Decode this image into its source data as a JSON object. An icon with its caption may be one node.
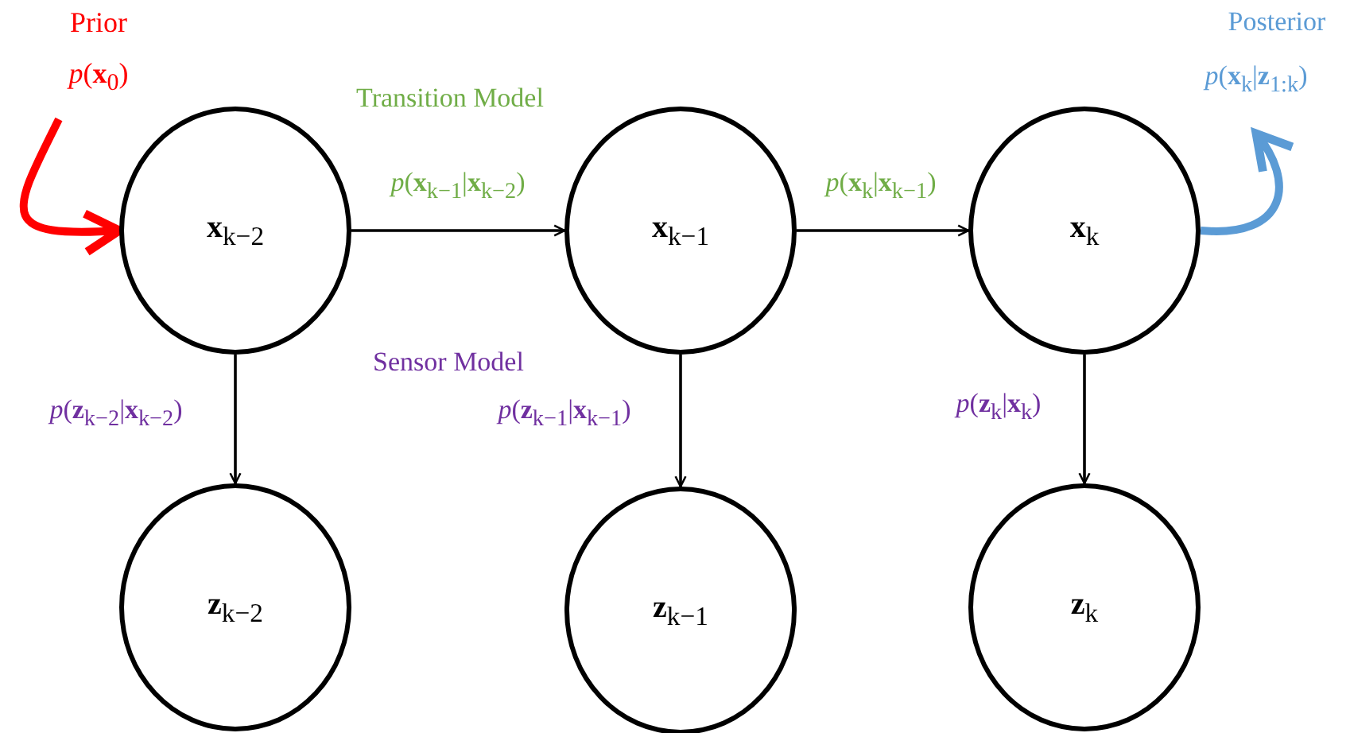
{
  "diagram": {
    "nodes": [
      {
        "text": [
          "**x**$_{k−2}$"
        ]
      },
      {
        "text": [
          "**x**$_{k−1}$"
        ]
      },
      {
        "text": [
          "**x**$_{k}$"
        ]
      },
      {
        "text": [
          "**z**$_{k−2}$"
        ]
      },
      {
        "text": [
          "**z**$_{k−1}$"
        ]
      },
      {
        "text": [
          "**z**$_{k}$"
        ]
      }
    ],
    "edges": [
      {
        "from": 0,
        "to": 1,
        "arrow": "to",
        "label": "*p*(**x**$_{k−1}$|**x**$_{k−2}$)"
      },
      {
        "from": 1,
        "to": 2,
        "arrow": "to",
        "label": "*p*(**x**$_{k}$|**x**$_{k−1}$)"
      },
      {
        "from": 0,
        "to": 3,
        "arrow": "to",
        "label": "*p*(**z**$_{k−2}$|**x**$_{k−2}$)"
      },
      {
        "from": 1,
        "to": 4,
        "arrow": "to",
        "label": "*p*(**z**$_{k−1}$|**x**$_{k−1}$)"
      },
      {
        "from": 2,
        "to": 5,
        "arrow": "to",
        "label": "*p*(**z**$_{k}$|**x**$_{k}$)"
      },
      {
        "from": null,
        "to": 0,
        "arrow": "to",
        "style": "thick",
        "color": "#ff0000"
      },
      {
        "from": 2,
        "to": null,
        "arrow": "to",
        "style": "thick",
        "color": "#5b9bd5"
      }
    ],
    "labels": [
      "Prior",
      "*p*(**x**$_{0}$)",
      "Transition Model",
      "Sensor Model",
      "Posterior",
      "*p*(**x**$_{k}$|**z**$_{1:k}$)"
    ]
  }
}
